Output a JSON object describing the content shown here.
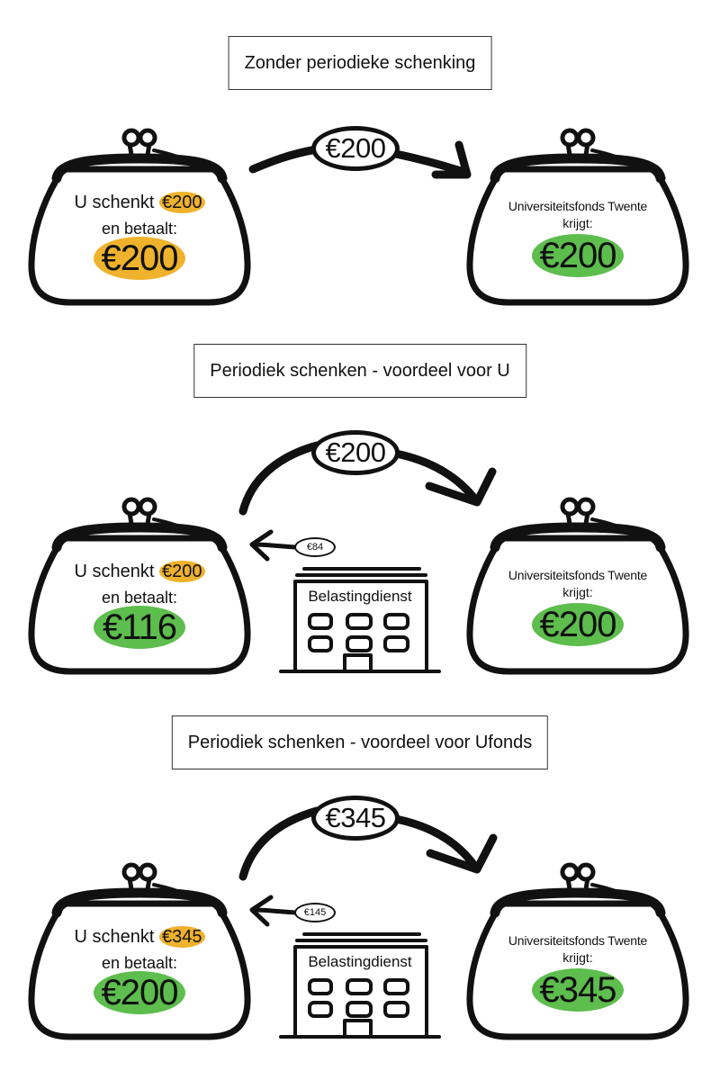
{
  "sections": [
    {
      "title": "Zonder periodieke schenking",
      "transfer_amount": "€200",
      "donor": {
        "gives_label": "U schenkt",
        "gives_amount": "€200",
        "gives_highlight_color": "#EFB22C",
        "pays_label": "en betaalt:",
        "pays_amount": "€200",
        "pays_highlight_color": "#EFB22C"
      },
      "recipient": {
        "name": "Universiteitsfonds Twente",
        "receives_label": "krijgt:",
        "receives_amount": "€200",
        "receives_highlight_color": "#5DBD4D"
      }
    },
    {
      "title": "Periodiek schenken - voordeel voor U",
      "transfer_amount": "€200",
      "tax_authority": {
        "name": "Belastingdienst",
        "refund_amount": "€84"
      },
      "donor": {
        "gives_label": "U schenkt",
        "gives_amount": "€200",
        "gives_highlight_color": "#EFB22C",
        "pays_label": "en betaalt:",
        "pays_amount": "€116",
        "pays_highlight_color": "#5DBD4D"
      },
      "recipient": {
        "name": "Universiteitsfonds Twente",
        "receives_label": "krijgt:",
        "receives_amount": "€200",
        "receives_highlight_color": "#5DBD4D"
      }
    },
    {
      "title": "Periodiek schenken - voordeel voor Ufonds",
      "transfer_amount": "€345",
      "tax_authority": {
        "name": "Belastingdienst",
        "refund_amount": "€145"
      },
      "donor": {
        "gives_label": "U schenkt",
        "gives_amount": "€345",
        "gives_highlight_color": "#EFB22C",
        "pays_label": "en betaalt:",
        "pays_amount": "€200",
        "pays_highlight_color": "#5DBD4D"
      },
      "recipient": {
        "name": "Universiteitsfonds Twente",
        "receives_label": "krijgt:",
        "receives_amount": "€345",
        "receives_highlight_color": "#5DBD4D"
      }
    }
  ]
}
